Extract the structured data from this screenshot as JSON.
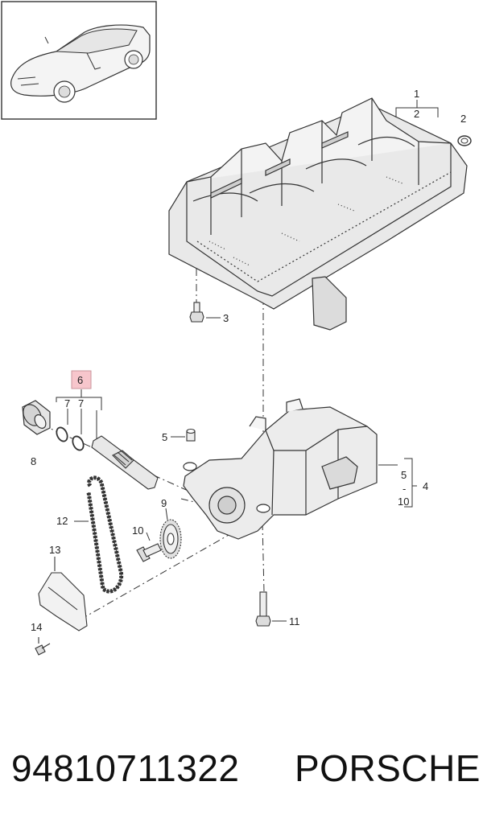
{
  "callouts": {
    "c1": "1",
    "c2a": "2",
    "c2b": "2",
    "c3": "3",
    "c4": "4",
    "c5a": "5",
    "c5b": "5",
    "c6": "6",
    "c7a": "7",
    "c7b": "7",
    "c8": "8",
    "c9": "9",
    "c10a": "10",
    "c10b": "10",
    "c11": "11",
    "c12": "12",
    "c13": "13",
    "c14": "14",
    "dash": "-"
  },
  "highlight_color": "#f7c6cc",
  "footer": {
    "part_number": "94810711322",
    "brand": "PORSCHE"
  }
}
